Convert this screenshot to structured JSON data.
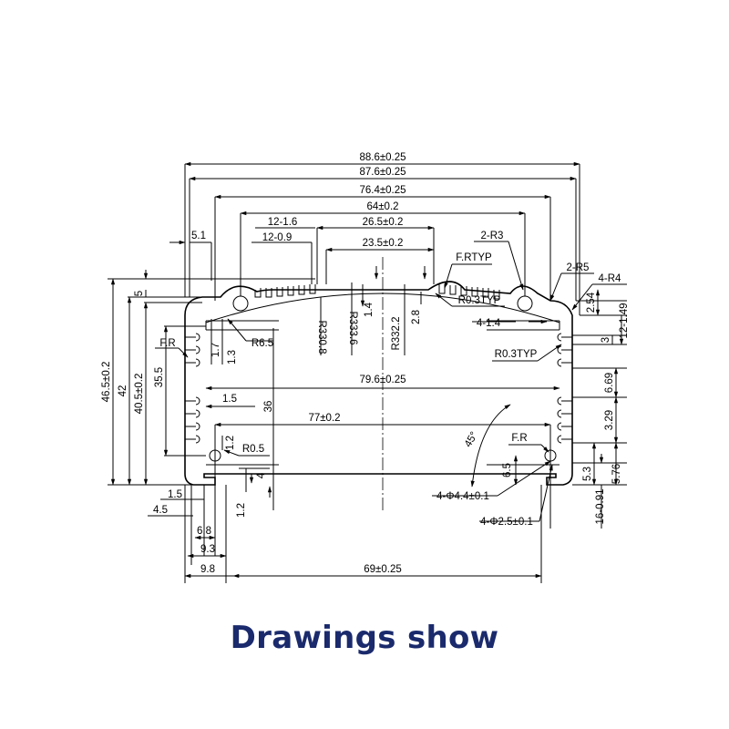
{
  "caption": "Drawings show",
  "dimensions": {
    "w886": "88.6±0.25",
    "w876": "87.6±0.25",
    "w764": "76.4±0.25",
    "w64": "64±0.2",
    "w265": "26.5±0.2",
    "w235": "23.5±0.2",
    "n12_16": "12-1.6",
    "n12_09": "12-0.9",
    "d51": "5.1",
    "n2r3": "2-R3",
    "frtyp": "F.RTYP",
    "r03typ_a": "R0.3TYP",
    "n2r5": "2-R5",
    "n4r4": "4-R4",
    "d254": "2.54",
    "n12_149": "12-1.49",
    "n4_14": "4-1.4",
    "r03typ_b": "R0.3TYP",
    "d3": "3",
    "d669": "6.69",
    "d329": "3.29",
    "d53": "5.3",
    "d576": "5.76",
    "n16_091": "16-0.91",
    "h465": "46.5±0.2",
    "h42": "42",
    "h405": "40.5±0.2",
    "h355": "35.5",
    "d5": "5",
    "fr_left": "F.R",
    "r65": "R6.5",
    "d17": "1.7",
    "d13": "1.3",
    "r3308": "R330.8",
    "r3336": "R333.6",
    "d14": "1.4",
    "r3322": "R332.2",
    "d28": "2.8",
    "w796": "79.6±0.25",
    "d15a": "1.5",
    "d36": "36",
    "w77": "77±0.2",
    "d12a": "1.2",
    "r05": "R0.5",
    "d4": "4",
    "d12b": "1.2",
    "d15b": "1.5",
    "d45": "4.5",
    "d68": "6.8",
    "d93": "9.3",
    "d98": "9.8",
    "w69": "69±0.25",
    "ang45": "45°",
    "fr_right": "F.R",
    "d65": "6.5",
    "hole44": "4-Φ4.4±0.1",
    "hole25": "4-Φ2.5±0.1"
  }
}
